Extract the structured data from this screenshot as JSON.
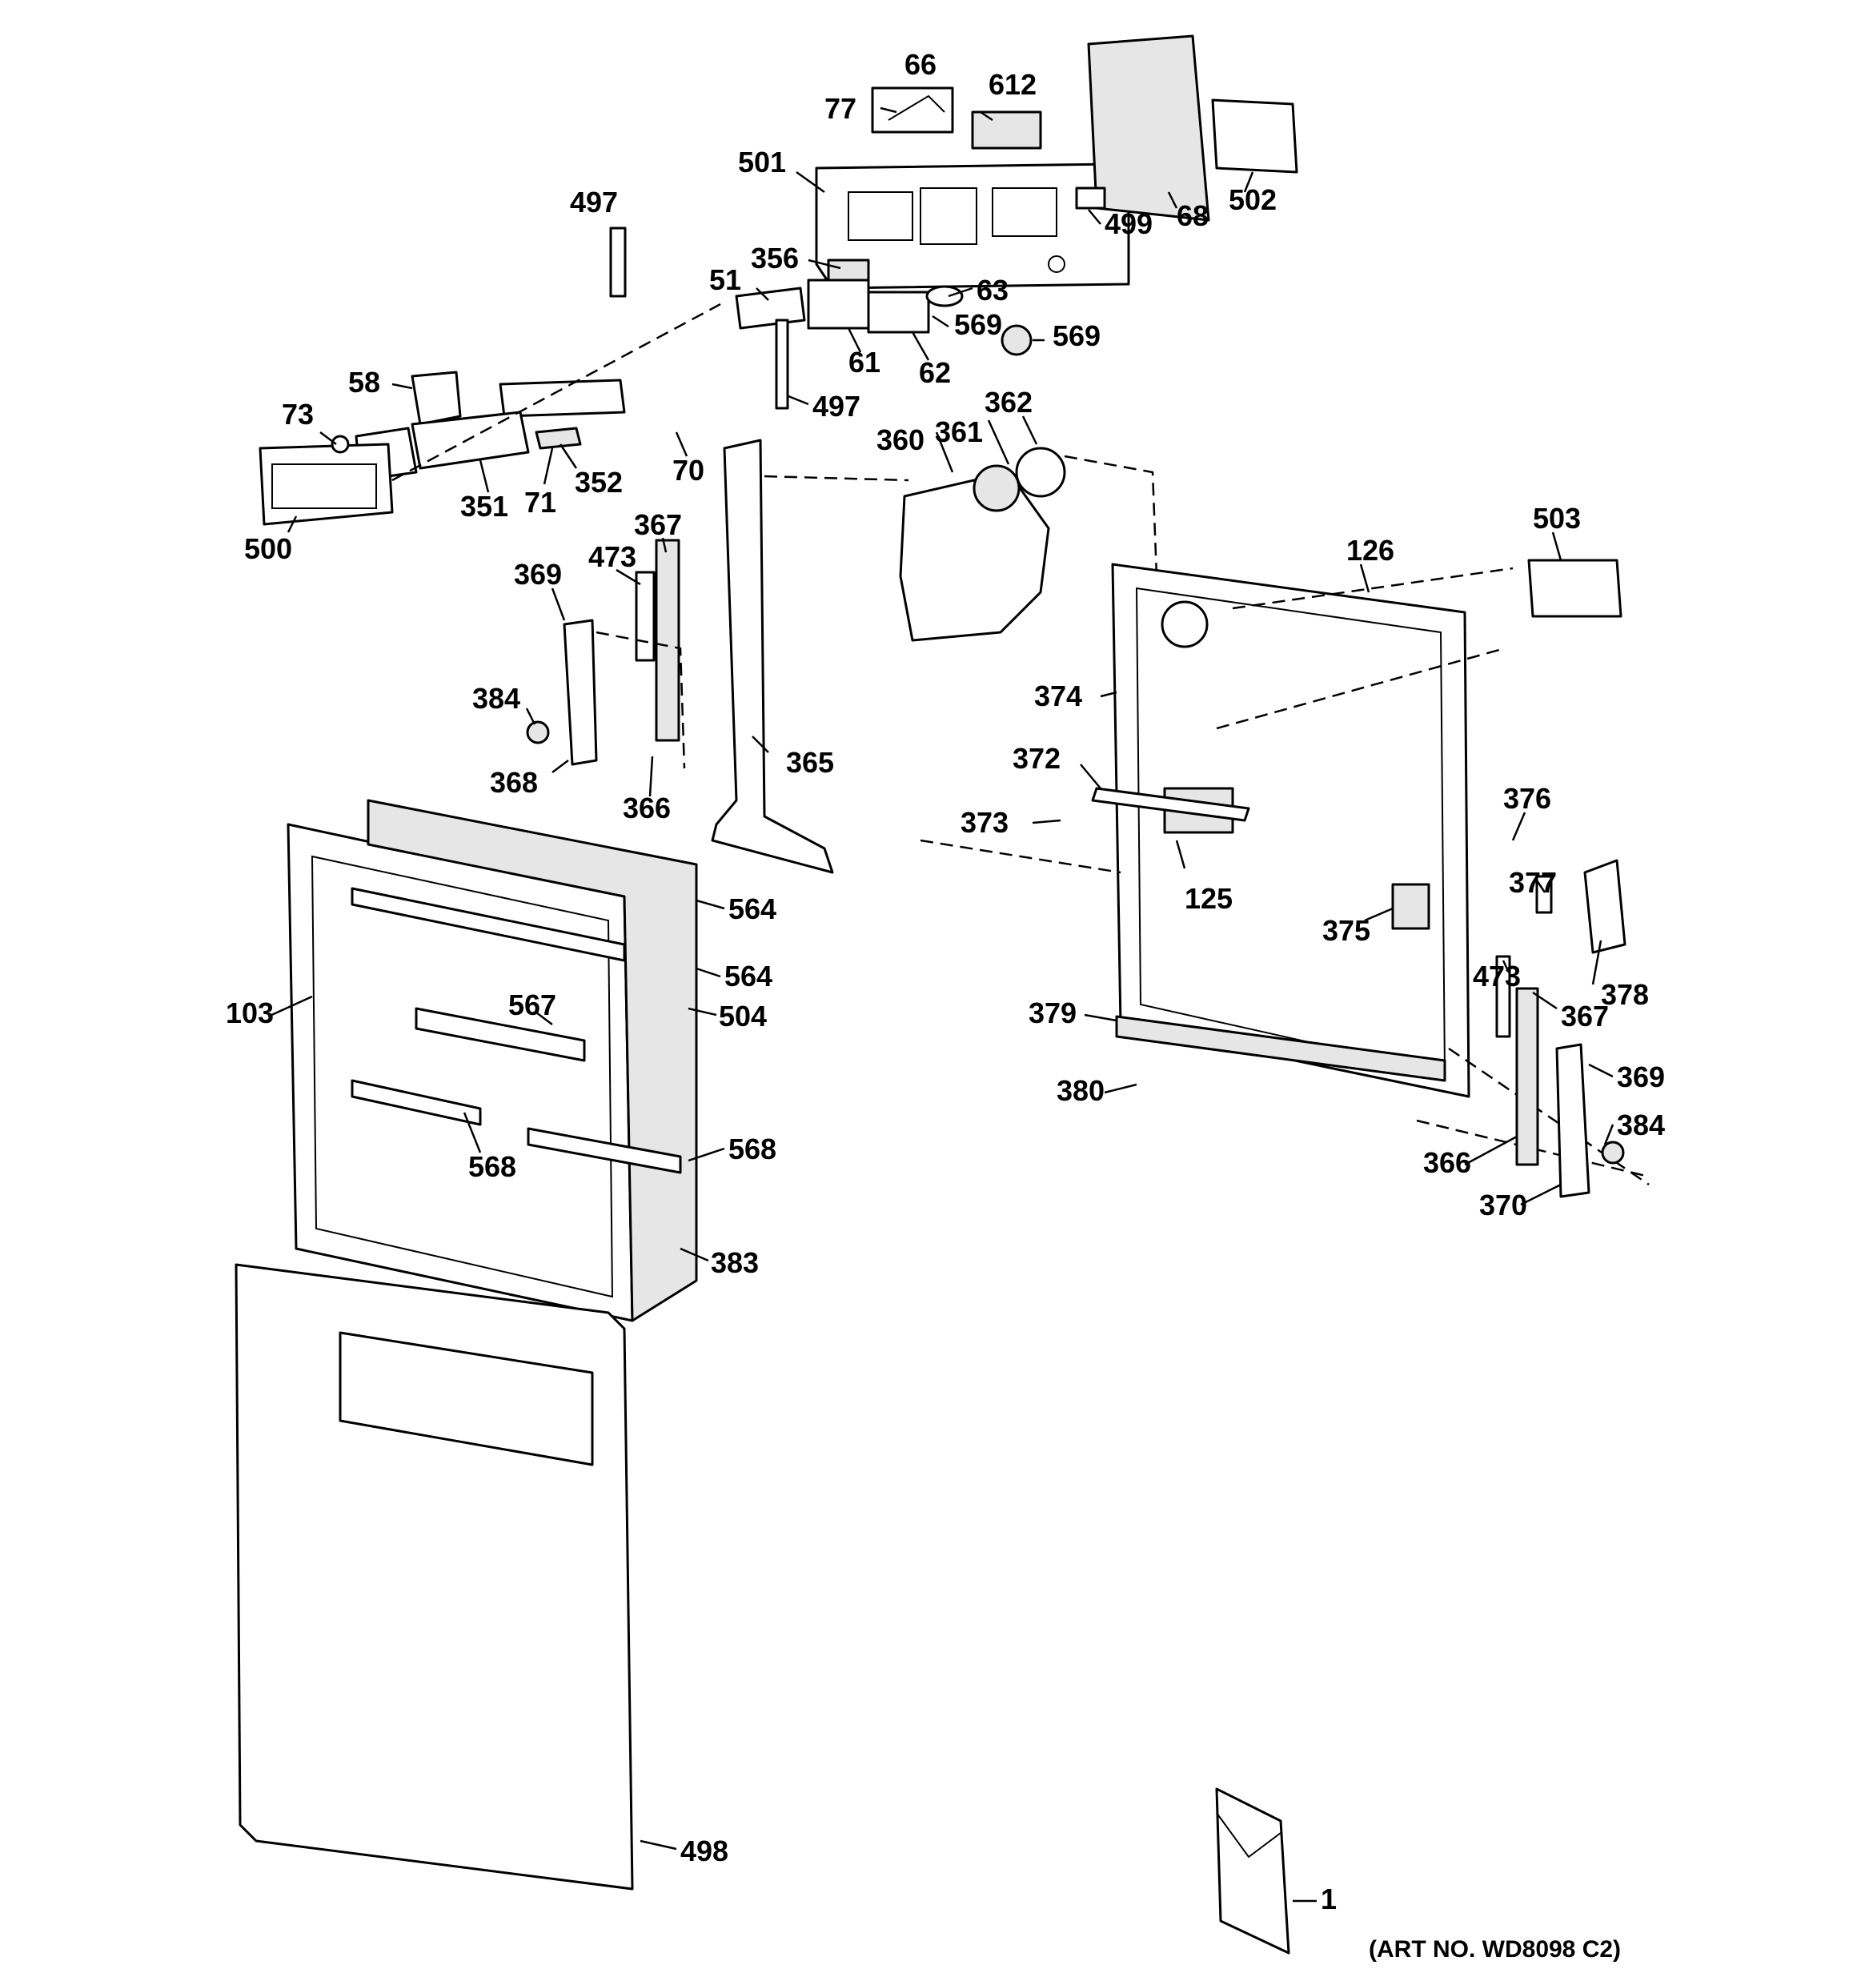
{
  "art_number": "(ART NO. WD8098 C2)",
  "callouts": [
    "66",
    "77",
    "612",
    "501",
    "497",
    "356",
    "63",
    "51",
    "569",
    "569",
    "61",
    "62",
    "58",
    "497",
    "73",
    "70",
    "352",
    "351",
    "71",
    "500",
    "360",
    "361",
    "362",
    "367",
    "473",
    "369",
    "384",
    "368",
    "366",
    "365",
    "503",
    "126",
    "374",
    "372",
    "373",
    "376",
    "125",
    "377",
    "375",
    "378",
    "473",
    "367",
    "564",
    "564",
    "504",
    "103",
    "567",
    "568",
    "568",
    "383",
    "379",
    "380",
    "369",
    "384",
    "366",
    "370",
    "498",
    "1",
    "68",
    "502",
    "499"
  ]
}
